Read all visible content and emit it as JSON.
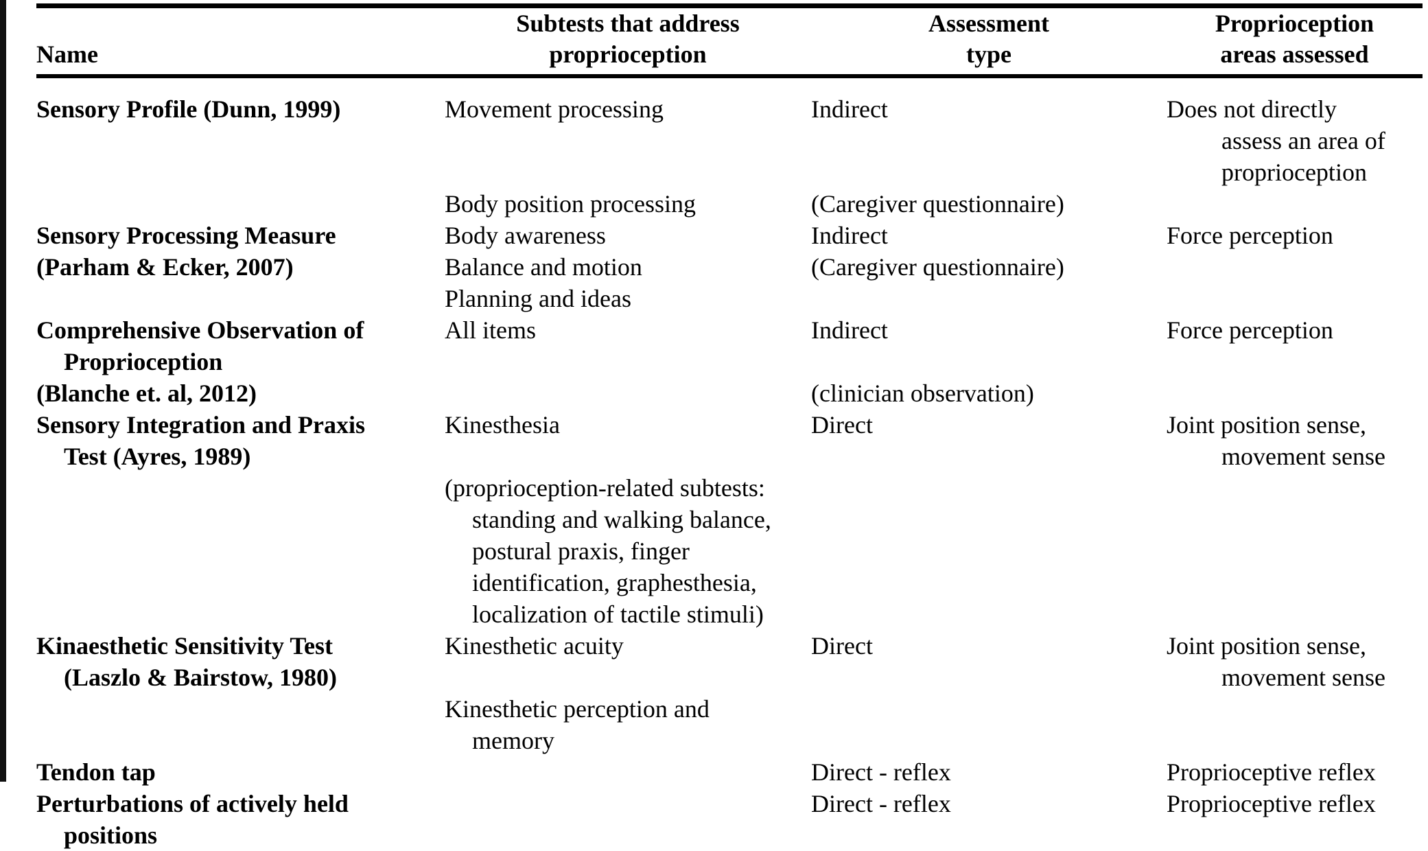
{
  "table": {
    "caption": "",
    "columns": [
      {
        "id": "name",
        "header": "Name",
        "align": "left"
      },
      {
        "id": "subtests",
        "header_line1": "Subtests that address",
        "header_line2": "proprioception",
        "align": "center"
      },
      {
        "id": "assessment",
        "header_line1": "Assessment",
        "header_line2": "type",
        "align": "center"
      },
      {
        "id": "areas",
        "header_line1": "Proprioception",
        "header_line2": "areas assessed",
        "align": "center"
      }
    ],
    "rows": [
      {
        "id": "sensory-profile",
        "name_lines": [
          "Sensory Profile (Dunn, 1999)"
        ],
        "subtests_lines": [
          "Movement processing"
        ],
        "assessment_lines": [
          "Indirect"
        ],
        "areas_lines": [
          "Does not directly",
          "assess an area of",
          "proprioception"
        ]
      },
      {
        "id": "sensory-profile-cont",
        "name_lines": [],
        "subtests_lines": [
          "Body position processing"
        ],
        "assessment_lines": [
          "(Caregiver questionnaire)"
        ],
        "areas_lines": []
      },
      {
        "id": "sensory-processing-measure",
        "name_lines": [
          "Sensory Processing Measure",
          "(Parham & Ecker, 2007)"
        ],
        "subtests_lines": [
          "Body awareness",
          "Balance and motion",
          "Planning and ideas"
        ],
        "assessment_lines": [
          "Indirect",
          "(Caregiver questionnaire)"
        ],
        "areas_lines": [
          "Force perception"
        ]
      },
      {
        "id": "comprehensive-observation-of-proprioception",
        "name_lines": [
          "Comprehensive Observation of",
          "Proprioception",
          "(Blanche et. al, 2012)"
        ],
        "subtests_lines": [
          "All items"
        ],
        "assessment_lines": [
          "Indirect",
          "",
          "(clinician observation)"
        ],
        "areas_lines": [
          "Force perception"
        ]
      },
      {
        "id": "sensory-integration-and-praxis-test",
        "name_lines": [
          "Sensory Integration and Praxis",
          "Test (Ayres, 1989)"
        ],
        "subtests_lines": [
          "Kinesthesia"
        ],
        "subtests_note": [
          "(proprioception-related subtests:",
          "standing and walking balance,",
          "postural praxis, finger",
          "identification, graphesthesia,",
          "localization of tactile stimuli)"
        ],
        "assessment_lines": [
          "Direct"
        ],
        "areas_lines": [
          "Joint position sense,",
          "movement sense"
        ]
      },
      {
        "id": "kinaesthetic-sensitivity-test",
        "name_lines": [
          "Kinaesthetic Sensitivity Test",
          "(Laszlo & Bairstow, 1980)"
        ],
        "subtests_lines": [
          "Kinesthetic acuity"
        ],
        "subtests_note": [
          "Kinesthetic perception and",
          "memory"
        ],
        "assessment_lines": [
          "Direct"
        ],
        "areas_lines": [
          "Joint position sense,",
          "movement sense"
        ]
      },
      {
        "id": "tendon-tap",
        "name_lines": [
          "Tendon tap"
        ],
        "subtests_lines": [],
        "assessment_lines": [
          "Direct - reflex"
        ],
        "areas_lines": [
          "Proprioceptive reflex"
        ]
      },
      {
        "id": "perturbations-of-actively-held-positions",
        "name_lines": [
          "Perturbations of actively held",
          "positions"
        ],
        "subtests_lines": [],
        "assessment_lines": [
          "Direct - reflex"
        ],
        "areas_lines": [
          "Proprioceptive reflex"
        ]
      }
    ]
  },
  "text": {
    "header_name": "Name",
    "header_subtests_l1": "Subtests that address",
    "header_subtests_l2": "proprioception",
    "header_assessment_l1": "Assessment",
    "header_assessment_l2": "type",
    "header_areas_l1": "Proprioception",
    "header_areas_l2": "areas assessed",
    "r1_name": "Sensory Profile (Dunn, 1999)",
    "r1_sub": "Movement processing",
    "r1_assess": "Indirect",
    "r1_area1": "Does not directly",
    "r1_area2": "assess an area of",
    "r1_area3": "proprioception",
    "r2_sub": "Body position processing",
    "r2_assess": "(Caregiver questionnaire)",
    "r3_name1": "Sensory Processing Measure",
    "r3_name2": "(Parham & Ecker, 2007)",
    "r3_sub1": "Body awareness",
    "r3_sub2": "Balance and motion",
    "r3_sub3": "Planning and ideas",
    "r3_assess1": "Indirect",
    "r3_assess2": "(Caregiver questionnaire)",
    "r3_area": "Force perception",
    "r4_name1": "Comprehensive Observation of",
    "r4_name2": "Proprioception",
    "r4_name3": "(Blanche et. al, 2012)",
    "r4_sub": "All items",
    "r4_assess1": "Indirect",
    "r4_assess2": "(clinician observation)",
    "r4_area": "Force perception",
    "r5_name1": "Sensory Integration and Praxis",
    "r5_name2": "Test (Ayres, 1989)",
    "r5_sub": "Kinesthesia",
    "r5_note1": "(proprioception-related subtests:",
    "r5_note2": "standing and walking balance,",
    "r5_note3": "postural praxis, finger",
    "r5_note4": "identification, graphesthesia,",
    "r5_note5": "localization of tactile stimuli)",
    "r5_assess": "Direct",
    "r5_area1": "Joint position sense,",
    "r5_area2": "movement sense",
    "r6_name1": "Kinaesthetic Sensitivity Test",
    "r6_name2": "(Laszlo & Bairstow, 1980)",
    "r6_sub": "Kinesthetic acuity",
    "r6_note1": "Kinesthetic perception and",
    "r6_note2": "memory",
    "r6_assess": "Direct",
    "r6_area1": "Joint position sense,",
    "r6_area2": "movement sense",
    "r7_name": "Tendon tap",
    "r7_assess": "Direct - reflex",
    "r7_area": "Proprioceptive reflex",
    "r8_name1": "Perturbations of actively held",
    "r8_name2": "positions",
    "r8_assess": "Direct - reflex",
    "r8_area": "Proprioceptive reflex"
  },
  "style": {
    "text_color": "#000000",
    "background": "#ffffff",
    "rule_color": "#000000"
  }
}
